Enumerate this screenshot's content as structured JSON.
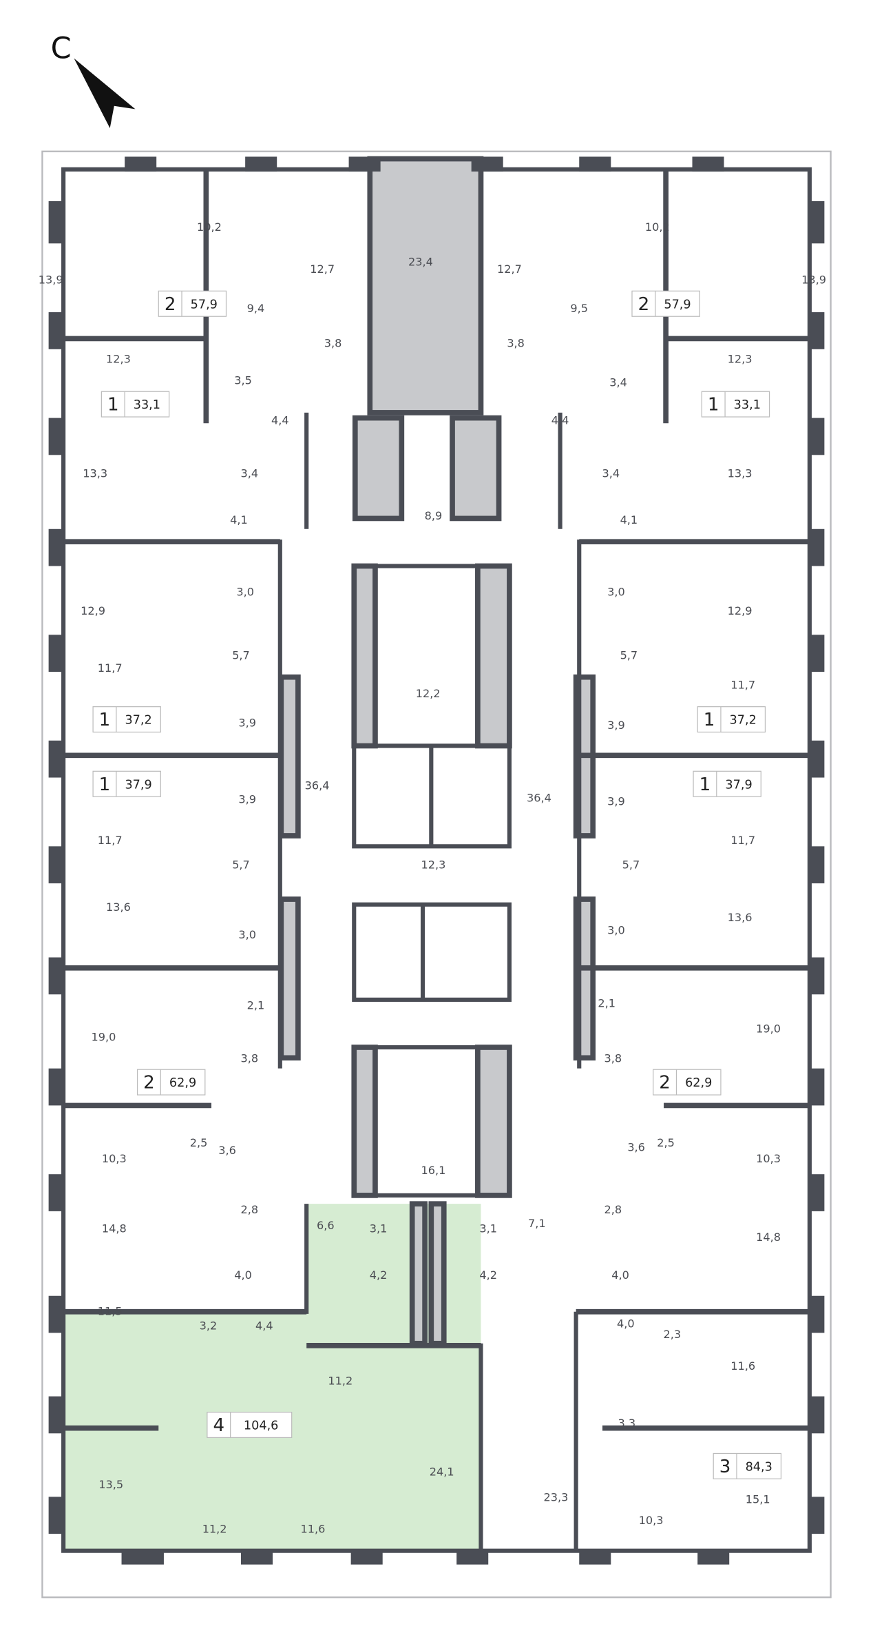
{
  "compass": {
    "label": "С",
    "icon": "north-arrow-icon"
  },
  "colors": {
    "wall": "#4a4d55",
    "shaft": "#c8c9cc",
    "highlight": "#d6ecd2",
    "text": "#4a4c52"
  },
  "rooms": [
    "13,9",
    "10,2",
    "12,7",
    "23,4",
    "12,7",
    "10,2",
    "13,9",
    "9,4",
    "9,5",
    "3,8",
    "3,8",
    "12,3",
    "12,3",
    "3,5",
    "3,4",
    "4,4",
    "4,4",
    "3,4",
    "3,4",
    "13,3",
    "13,3",
    "4,1",
    "4,1",
    "8,9",
    "3,0",
    "3,0",
    "12,9",
    "12,9",
    "5,7",
    "5,7",
    "11,7",
    "11,7",
    "3,9",
    "3,9",
    "12,2",
    "36,4",
    "36,4",
    "3,9",
    "3,9",
    "11,7",
    "11,7",
    "5,7",
    "5,7",
    "12,3",
    "13,6",
    "13,6",
    "3,0",
    "3,0",
    "2,1",
    "2,1",
    "19,0",
    "19,0",
    "3,8",
    "3,8",
    "2,5",
    "2,5",
    "3,6",
    "3,6",
    "10,3",
    "10,3",
    "16,1",
    "14,8",
    "14,8",
    "2,8",
    "2,8",
    "6,6",
    "3,1",
    "3,1",
    "7,1",
    "4,0",
    "4,0",
    "4,2",
    "4,2",
    "11,5",
    "3,2",
    "4,4",
    "4,0",
    "2,3",
    "11,6",
    "11,2",
    "3,3",
    "13,5",
    "24,1",
    "23,3",
    "15,1",
    "11,2",
    "11,6",
    "10,3"
  ],
  "apartments": [
    {
      "rooms": "2",
      "area": "57,9"
    },
    {
      "rooms": "2",
      "area": "57,9"
    },
    {
      "rooms": "1",
      "area": "33,1"
    },
    {
      "rooms": "1",
      "area": "33,1"
    },
    {
      "rooms": "1",
      "area": "37,2"
    },
    {
      "rooms": "1",
      "area": "37,2"
    },
    {
      "rooms": "1",
      "area": "37,9"
    },
    {
      "rooms": "1",
      "area": "37,9"
    },
    {
      "rooms": "2",
      "area": "62,9"
    },
    {
      "rooms": "2",
      "area": "62,9"
    },
    {
      "rooms": "4",
      "area": "104,6",
      "highlighted": true
    },
    {
      "rooms": "3",
      "area": "84,3"
    }
  ]
}
